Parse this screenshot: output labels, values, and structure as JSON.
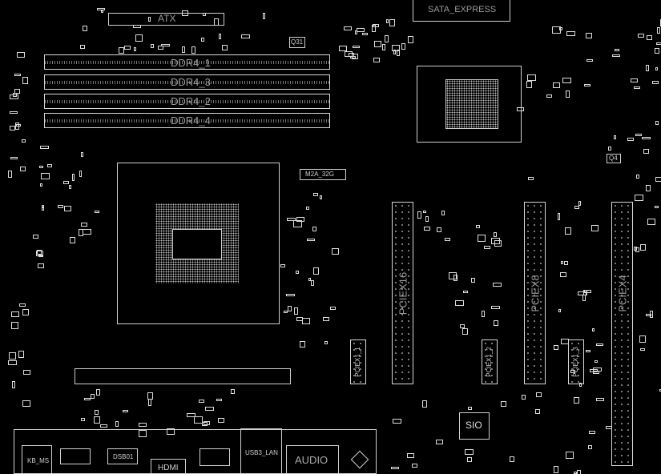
{
  "board": {
    "atx": "ATX",
    "sata_express": "SATA_EXPRESS",
    "dimms": [
      "DDR4_1",
      "DDR4_3",
      "DDR4_2",
      "DDR4_4"
    ],
    "m2": "M2A_32G",
    "pciex16": "PCIEX16",
    "pciex8": "PCIEX8",
    "pciex4": "PCIEX4",
    "pciex1": [
      "PCIEX1_1",
      "PCIEX1_2",
      "PCIEX1_3"
    ],
    "sio": "SIO",
    "q4": "Q4",
    "q31": "Q31",
    "io": {
      "kb_ms": "KB_MS",
      "hdmi": "HDMI",
      "usb3_lan": "USB3_LAN",
      "audio": "AUDIO",
      "dsb01": "DSB01"
    }
  }
}
